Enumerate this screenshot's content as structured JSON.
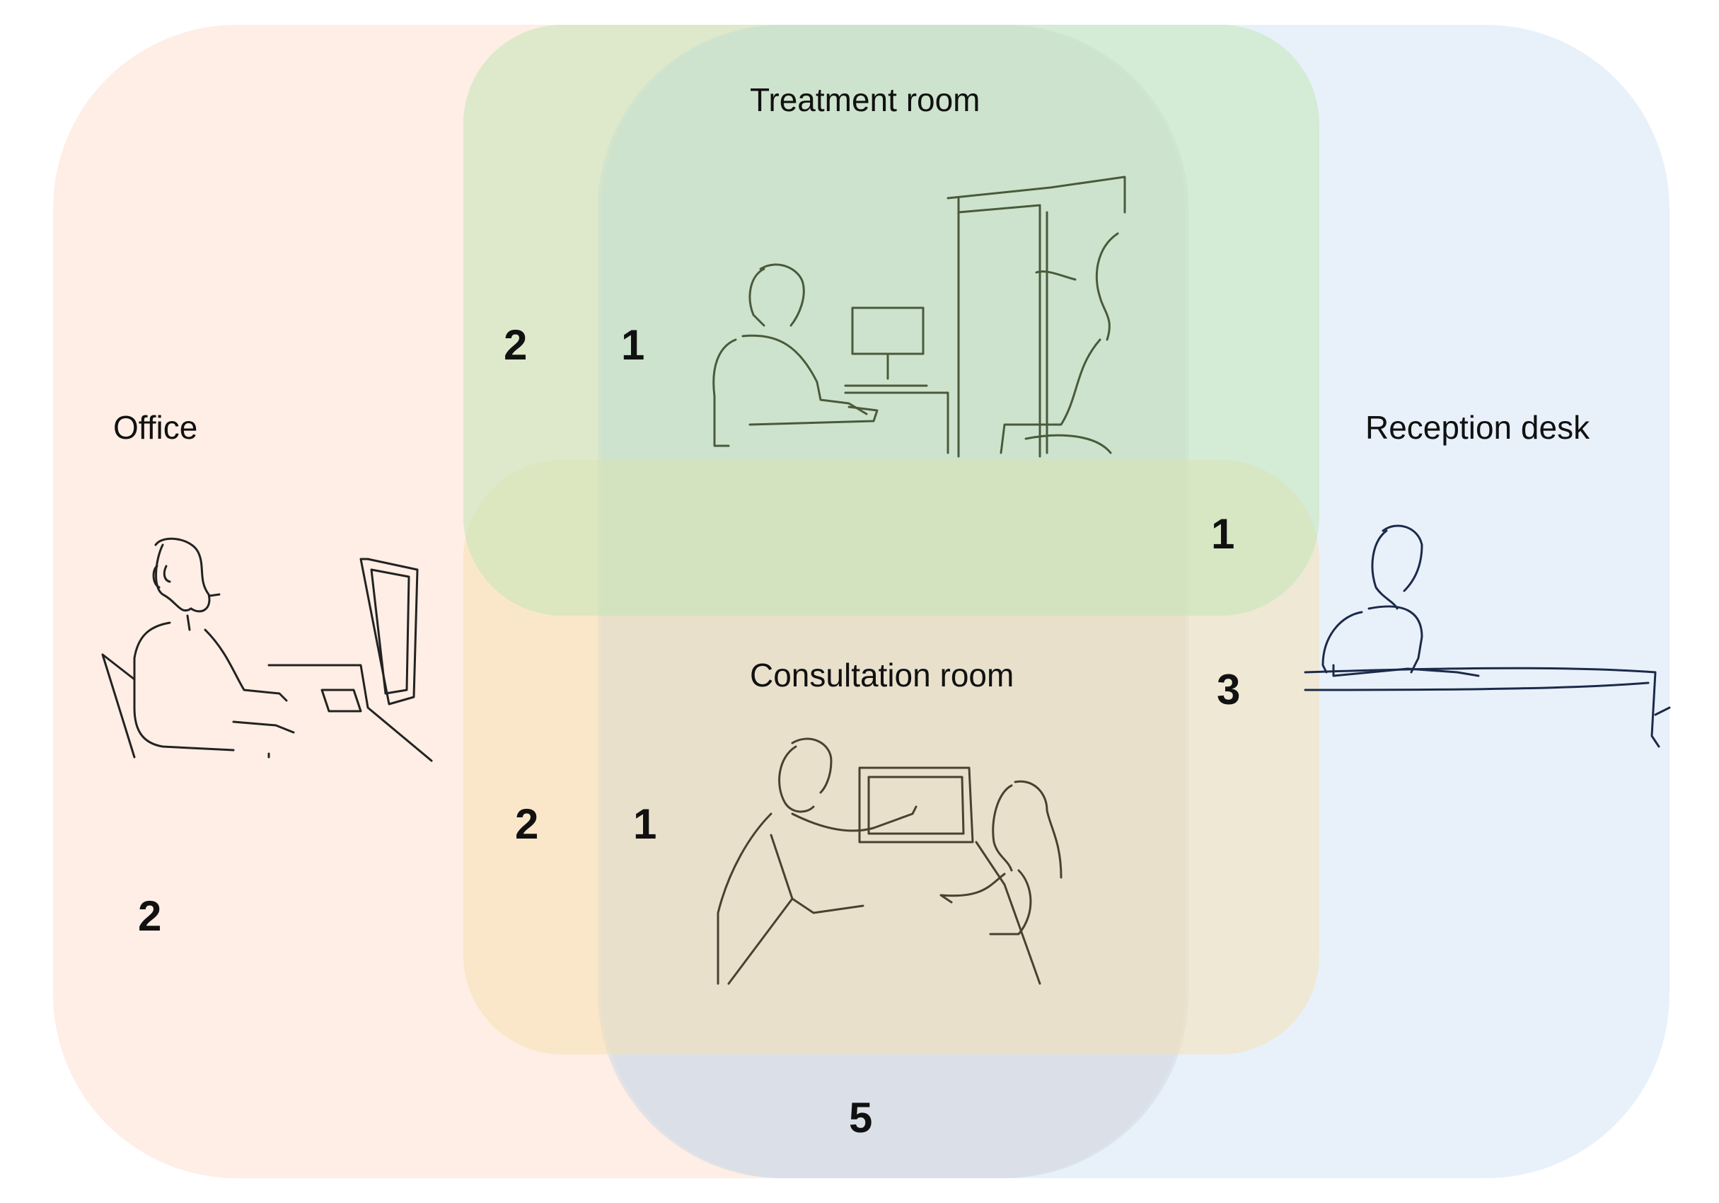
{
  "colors": {
    "office": "#fde3d4",
    "reception": "#d6e5f6",
    "treatment": "#c2e6b6",
    "consultation": "#f6dfae",
    "center": "#cfd8e3"
  },
  "rooms": {
    "office": {
      "label": "Office",
      "count": "2"
    },
    "treatment": {
      "label": "Treatment room",
      "count": "1"
    },
    "reception": {
      "label": "Reception desk",
      "count": "3"
    },
    "consultation": {
      "label": "Consultation room",
      "count": "1"
    }
  },
  "overlaps": {
    "office_treatment": "2",
    "office_consultation": "2",
    "treatment_consultation": "1",
    "center": "5"
  },
  "icons": {
    "office": "office-worker-sketch",
    "treatment": "treatment-room-sketch",
    "reception": "reception-desk-sketch",
    "consultation": "consultation-sketch"
  }
}
